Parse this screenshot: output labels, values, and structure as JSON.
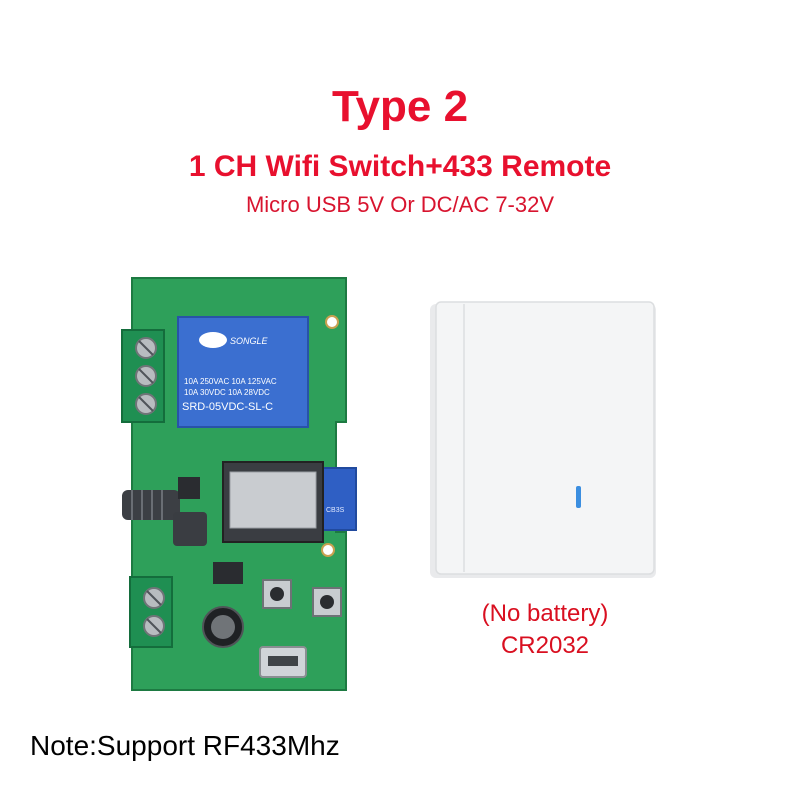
{
  "header": {
    "title": "Type 2",
    "subtitle": "1 CH Wifi Switch+433 Remote",
    "power": "Micro USB 5V Or DC/AC 7-32V"
  },
  "relay": {
    "brand": "SONGLE",
    "spec_line1": "10A 250VAC   10A 125VAC",
    "spec_line2": "10A  30VDC   10A  28VDC",
    "model": "SRD-05VDC-SL-C",
    "module_label": "CB3S"
  },
  "remote": {
    "battery_line1": "(No battery)",
    "battery_line2": "CR2032"
  },
  "footer": {
    "note": "Note:Support RF433Mhz"
  },
  "colors": {
    "title": "#e8102e",
    "pcb": "#2ea05a",
    "relay": "#3b6fd0",
    "terminal": "#1f8f52",
    "switch": "#f2f3f4",
    "led": "#3b8ee0"
  }
}
